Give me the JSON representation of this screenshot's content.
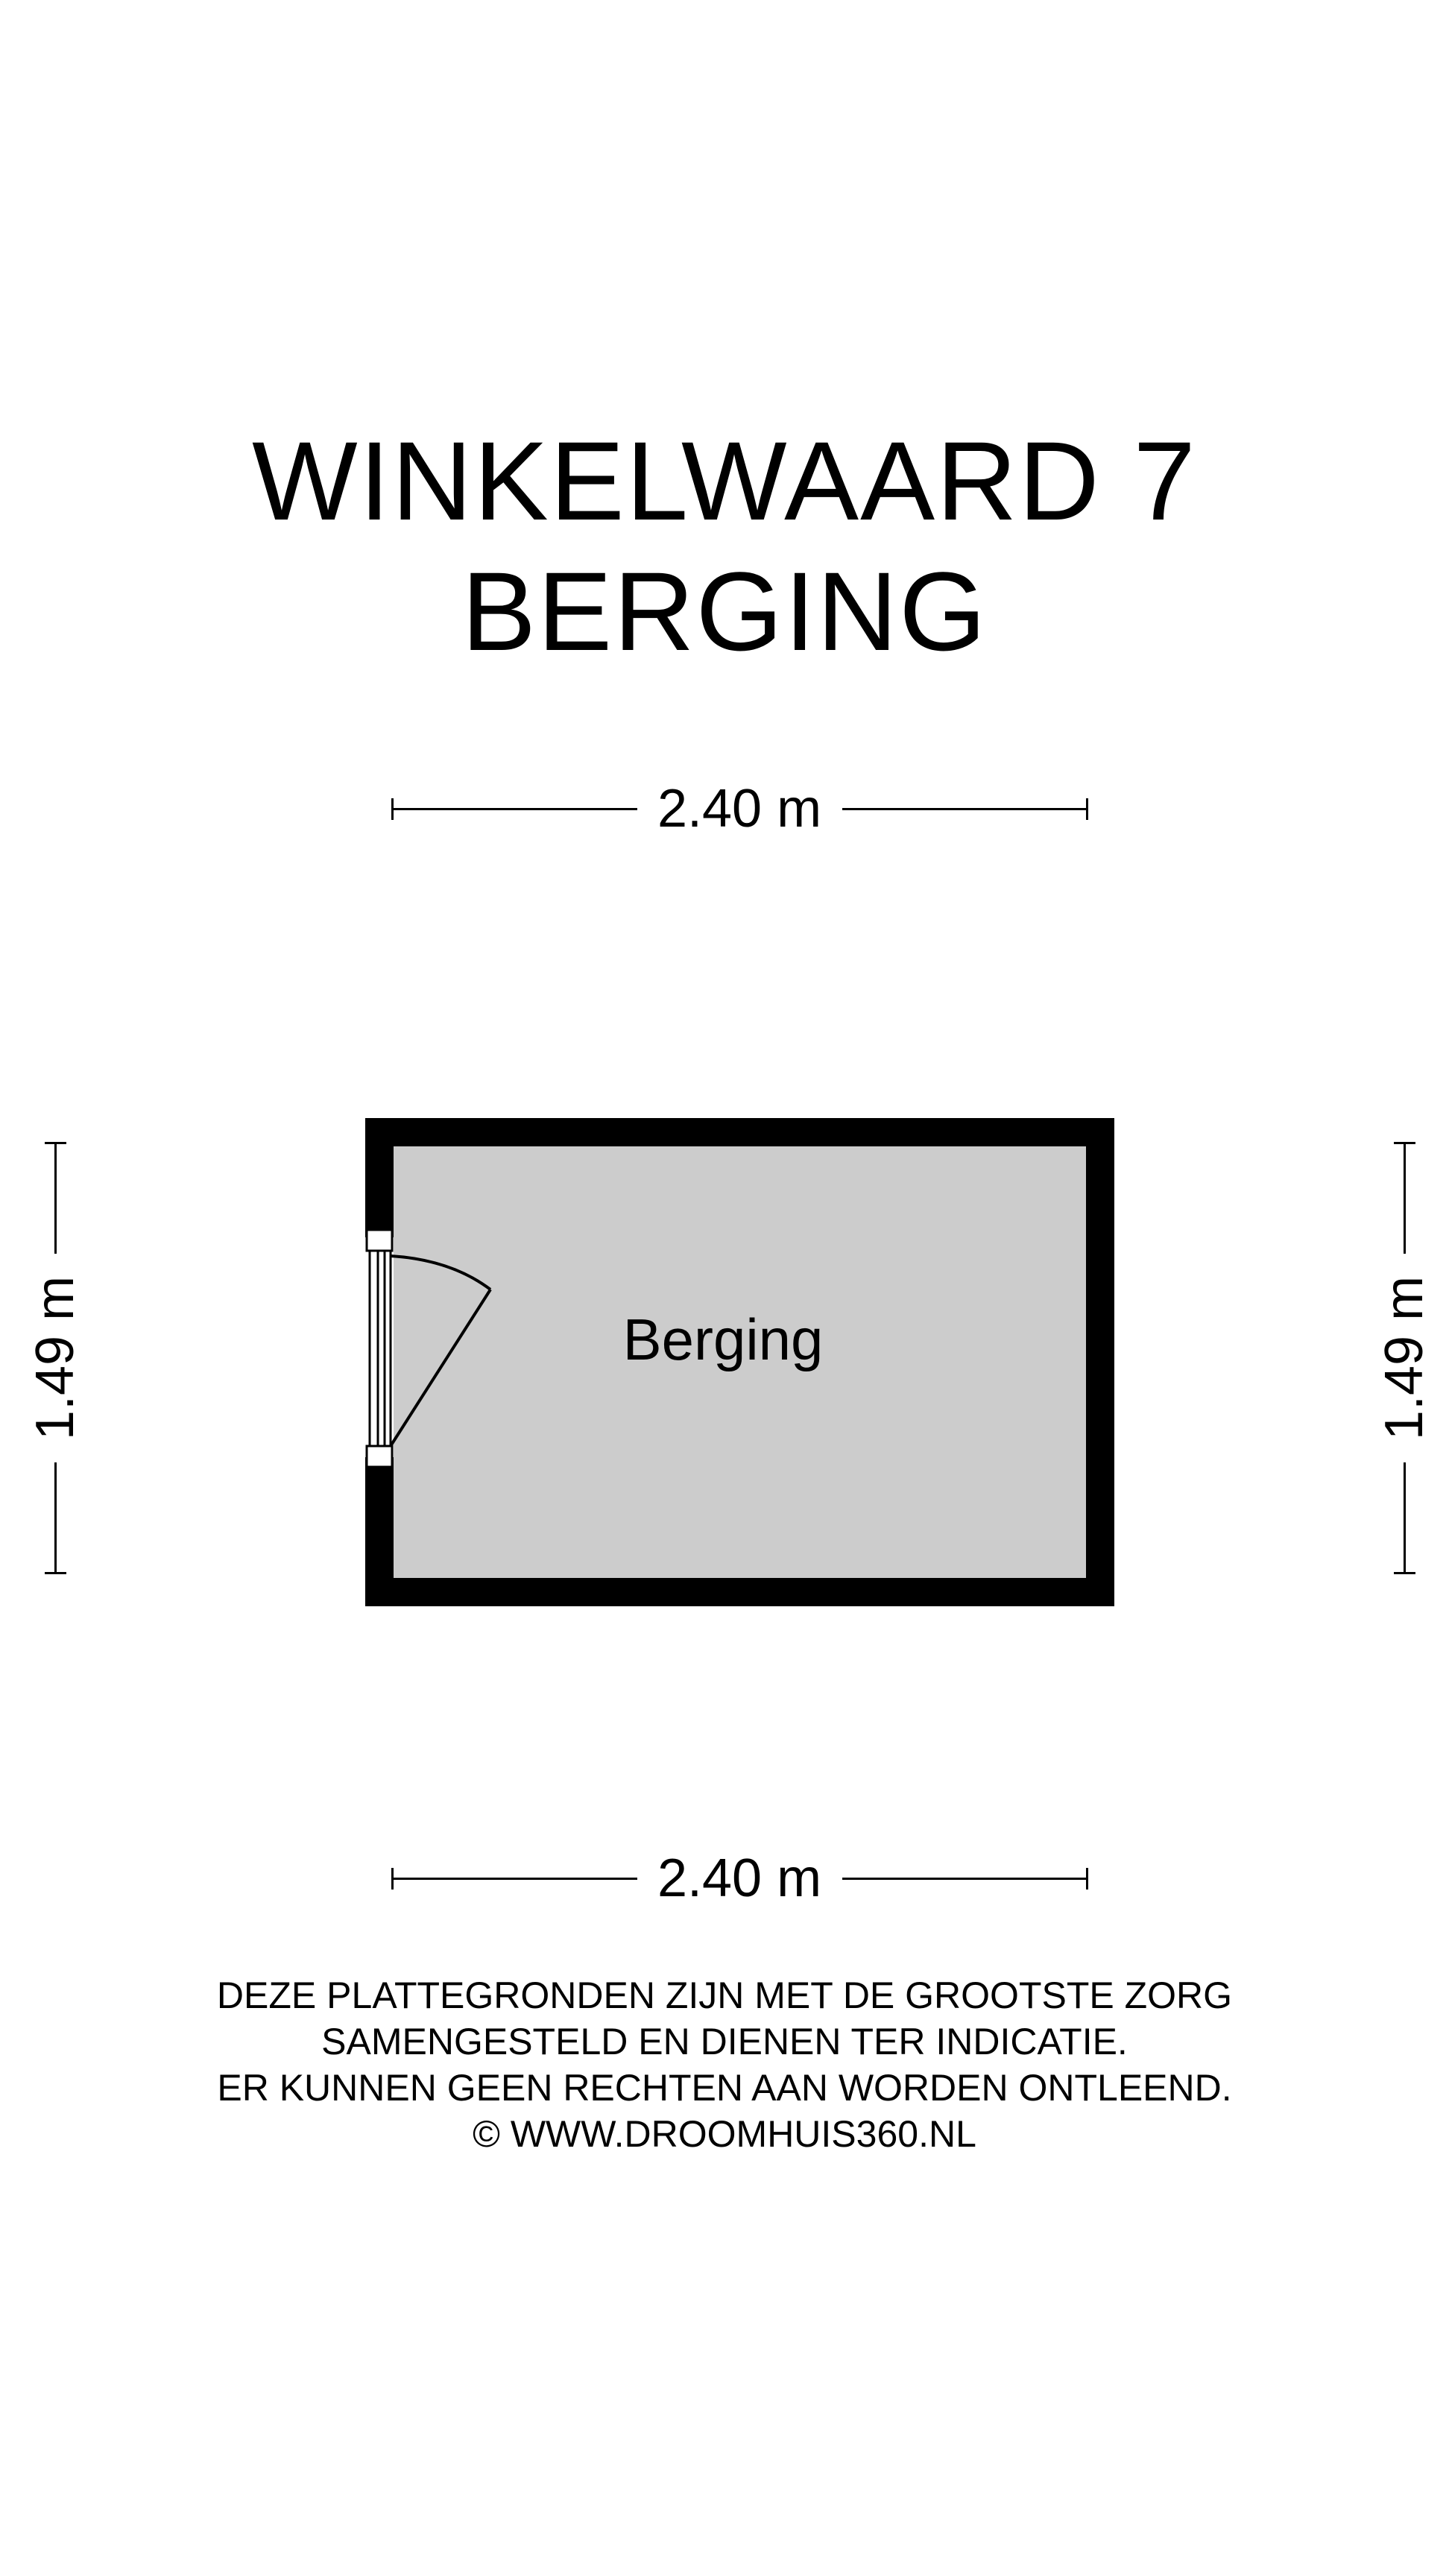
{
  "title": {
    "line1": "WINKELWAARD 7",
    "line2": "BERGING"
  },
  "dimensions": {
    "top_width": "2.40 m",
    "bottom_width": "2.40 m",
    "left_height": "1.49 m",
    "right_height": "1.49 m"
  },
  "room": {
    "label": "Berging",
    "floor_color": "#cccccc",
    "wall_color": "#000000"
  },
  "disclaimer": {
    "line1": "DEZE PLATTEGRONDEN ZIJN MET DE GROOTSTE ZORG",
    "line2": "SAMENGESTELD EN DIENEN TER INDICATIE.",
    "line3": "ER KUNNEN GEEN RECHTEN AAN WORDEN ONTLEEND.",
    "line4": "© WWW.DROOMHUIS360.NL"
  }
}
